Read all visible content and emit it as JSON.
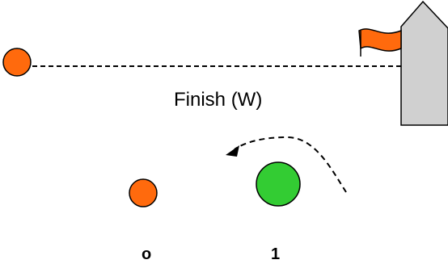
{
  "diagram": {
    "finish_label": "Finish  (W)",
    "marks": [
      {
        "label": "o"
      },
      {
        "label": "1"
      }
    ]
  },
  "colors": {
    "orange_buoy": "#ff6a0d",
    "green_buoy": "#33cc33",
    "boat_fill": "#d0d0d0",
    "flag": "#ff6a0d",
    "line": "#000000"
  }
}
